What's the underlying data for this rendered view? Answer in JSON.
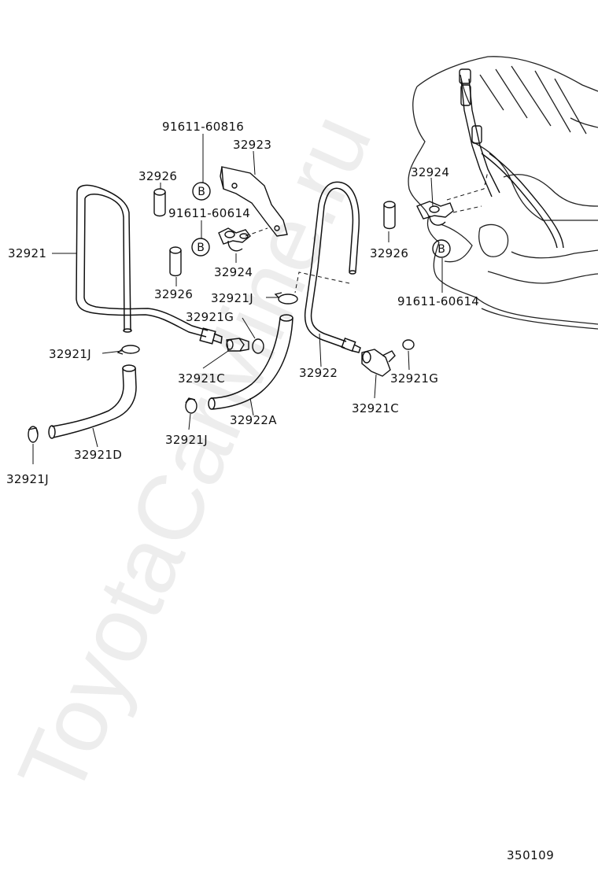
{
  "diagram": {
    "watermark": "ToyotaCarMine.ru",
    "diagram_code": "350109",
    "bolt_marker": "B",
    "labels": {
      "p91611_60816": "91611-60816",
      "p32923": "32923",
      "p32926_a": "32926",
      "p91611_60614_a": "91611-60614",
      "p32921": "32921",
      "p32924_a": "32924",
      "p32926_b": "32926",
      "p32921J_a": "32921J",
      "p32921G_a": "32921G",
      "p32921J_b": "32921J",
      "p32921C_a": "32921C",
      "p32921J_c": "32921J",
      "p32922A": "32922A",
      "p32921D": "32921D",
      "p32921J_d": "32921J",
      "p32924_b": "32924",
      "p32926_c": "32926",
      "p91611_60614_b": "91611-60614",
      "p32922": "32922",
      "p32921G_b": "32921G",
      "p32921C_b": "32921C"
    }
  }
}
